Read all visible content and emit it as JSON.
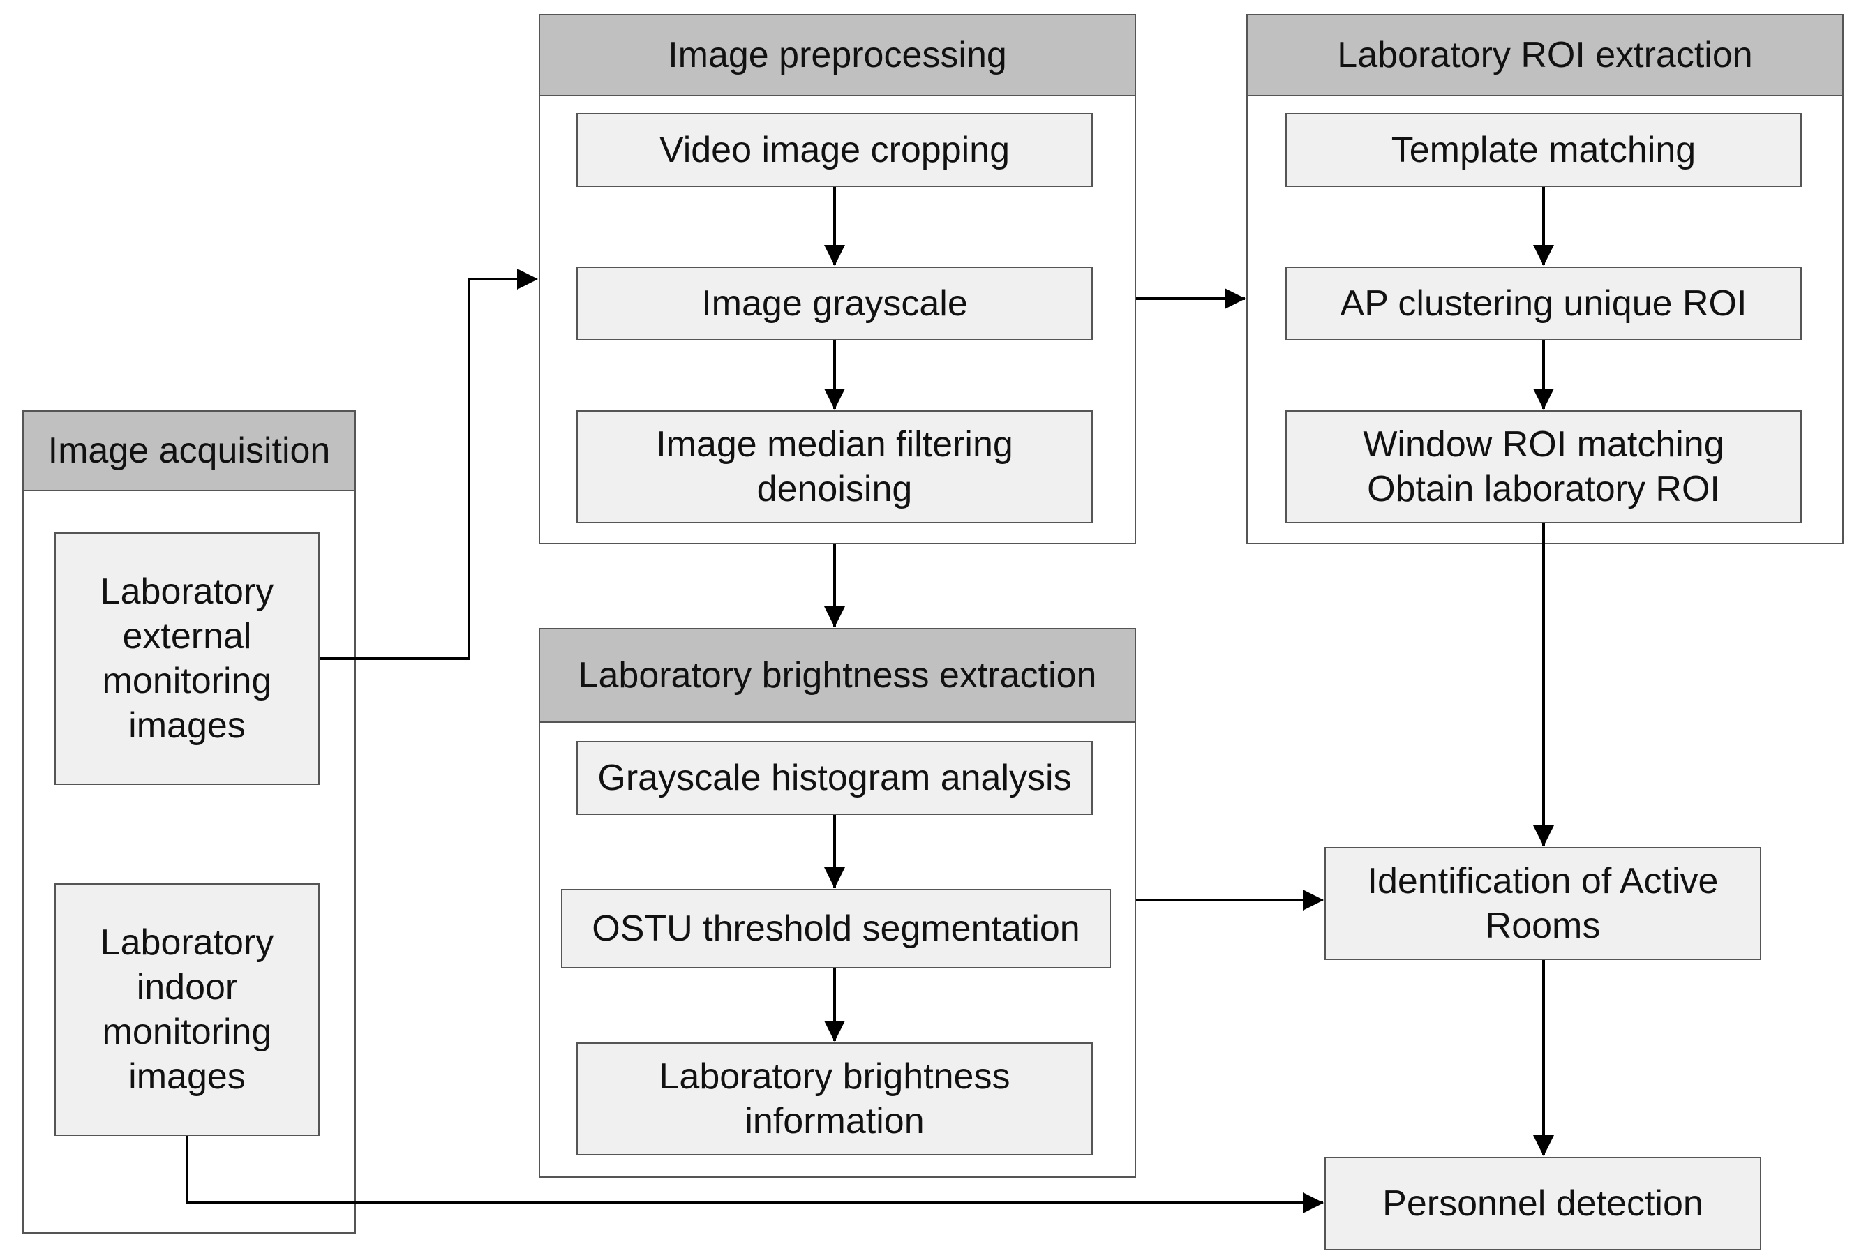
{
  "groups": {
    "acquisition": {
      "title": "Image acquisition"
    },
    "preprocessing": {
      "title": "Image preprocessing"
    },
    "roi": {
      "title": "Laboratory ROI extraction"
    },
    "brightness": {
      "title": "Laboratory brightness extraction"
    }
  },
  "nodes": {
    "external_images": "Laboratory\nexternal\nmonitoring\nimages",
    "indoor_images": "Laboratory\nindoor\nmonitoring\nimages",
    "video_cropping": "Video image cropping",
    "grayscale": "Image grayscale",
    "median_filtering": "Image median filtering\ndenoising",
    "template_matching": "Template matching",
    "ap_clustering": "AP clustering unique ROI",
    "window_roi": "Window ROI matching\nObtain laboratory ROI",
    "histogram": "Grayscale histogram analysis",
    "ostu": "OSTU threshold segmentation",
    "brightness_info": "Laboratory brightness\ninformation",
    "active_rooms": "Identification of Active\nRooms",
    "personnel": "Personnel detection"
  },
  "colors": {
    "header_fill": "#c0c0c0",
    "box_fill": "#f0f0f0",
    "border": "#555555",
    "arrow": "#000000"
  }
}
